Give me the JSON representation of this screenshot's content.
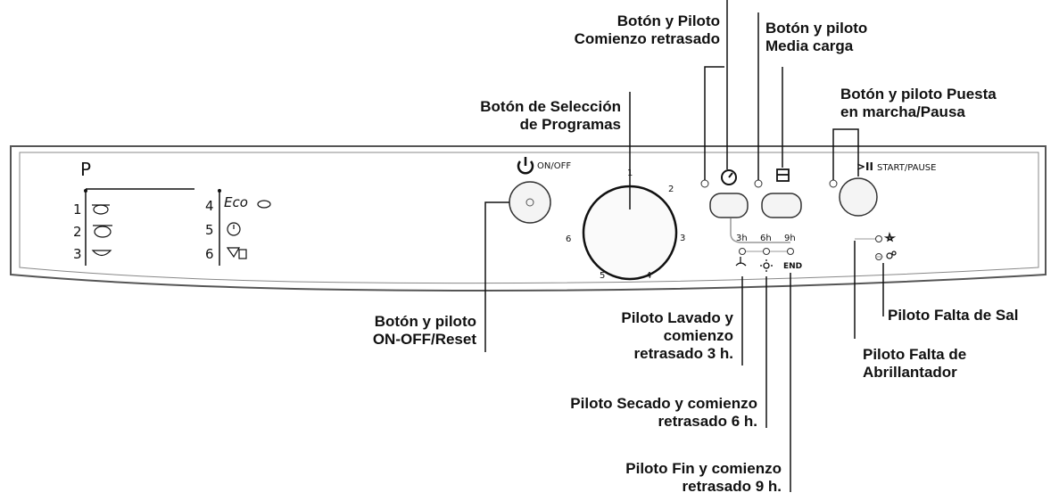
{
  "callouts": {
    "delay": "Botón y Piloto\nComienzo retrasado",
    "halfload": "Botón y piloto\nMedia carga",
    "program": "Botón de Selección\nde Programas",
    "startpause": "Botón y piloto Puesta\nen marcha/Pausa",
    "onoff": "Botón y piloto\nON-OFF/Reset",
    "wash": "Piloto Lavado y\ncomienzo\nretrasado 3 h.",
    "dry": "Piloto Secado y comienzo\nretrasado 6 h.",
    "end": "Piloto Fin y comienzo\nretrasado 9 h.",
    "salt": "Piloto Falta de Sal",
    "rinse": "Piloto Falta de\nAbrillantador"
  },
  "panel": {
    "program_header": "P",
    "programs": [
      {
        "num": "1",
        "icon": "pot-icon"
      },
      {
        "num": "2",
        "icon": "pot-lid-icon"
      },
      {
        "num": "3",
        "icon": "bowl-icon"
      },
      {
        "num": "4",
        "label": "Eco",
        "icon": "eco-leaf-icon"
      },
      {
        "num": "5",
        "icon": "quick-clock-icon"
      },
      {
        "num": "6",
        "icon": "glass-cup-icon"
      }
    ],
    "onoff_label": "ON/OFF",
    "start_label": "START/PAUSE",
    "dial_numbers": [
      "1",
      "2",
      "3",
      "4",
      "5",
      "6"
    ],
    "delay_hours": [
      "3h",
      "6h",
      "9h"
    ],
    "end_label": "END"
  }
}
